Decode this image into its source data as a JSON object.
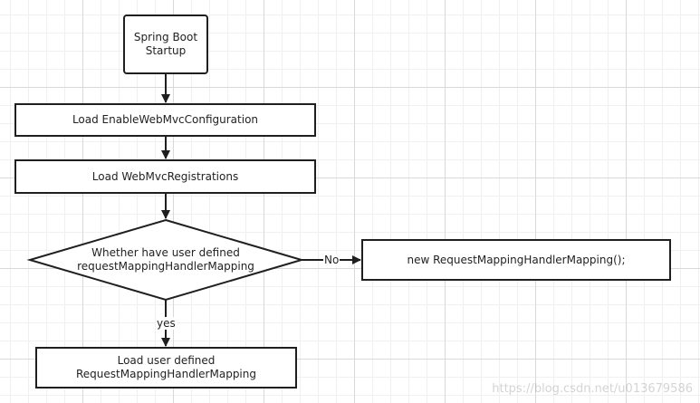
{
  "nodes": {
    "start": {
      "line1": "Spring Boot",
      "line2": "Startup"
    },
    "step1": {
      "label": "Load EnableWebMvcConfiguration"
    },
    "step2": {
      "label": "Load WebMvcRegistrations"
    },
    "decision": {
      "line1": "Whether have user defined",
      "line2": "requestMappingHandlerMapping"
    },
    "step_new": {
      "label": "new RequestMappingHandlerMapping();"
    },
    "step_user": {
      "line1": "Load user defined",
      "line2": "RequestMappingHandlerMapping"
    }
  },
  "edges": {
    "no_label": "No",
    "yes_label": "yes"
  },
  "watermark": "https://blog.csdn.net/u013679586",
  "colors": {
    "line": "#1f1f1f",
    "grid": "#d9d9d9"
  }
}
